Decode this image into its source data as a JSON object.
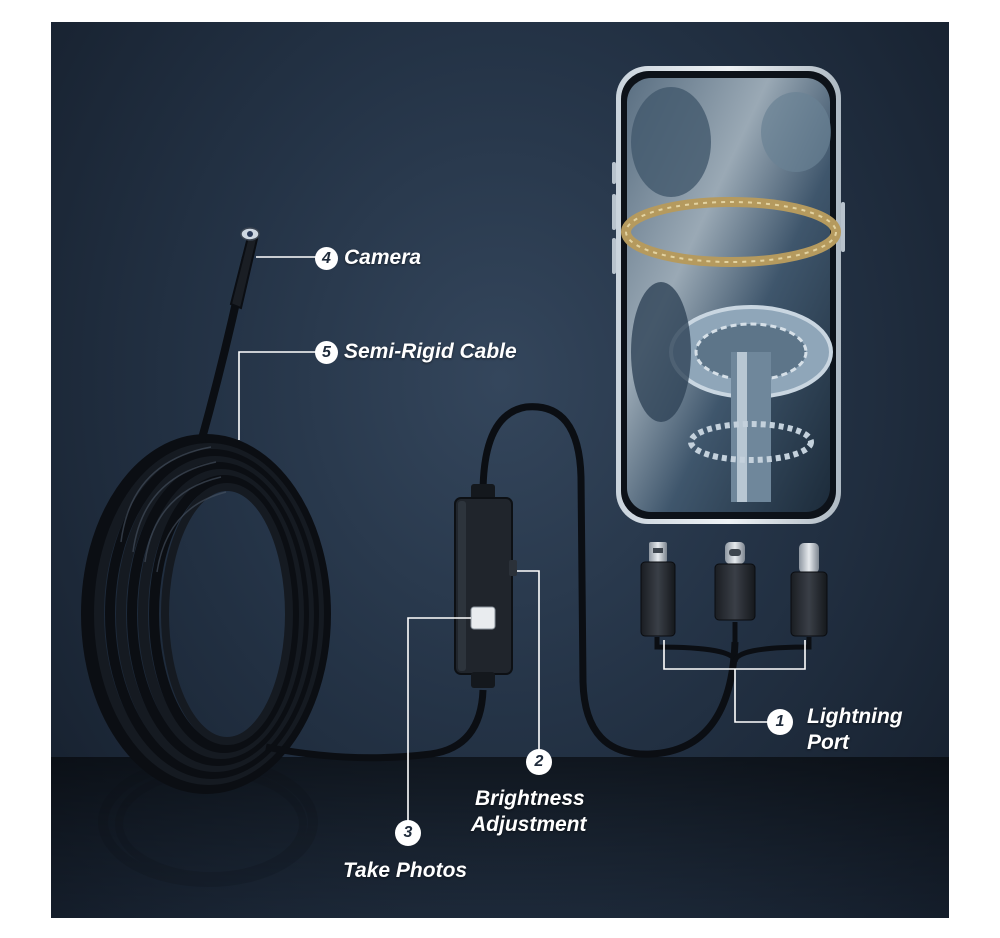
{
  "callouts": [
    {
      "number": "1",
      "lines": [
        "Lightning",
        "Port"
      ]
    },
    {
      "number": "2",
      "lines": [
        "Brightness",
        "Adjustment"
      ]
    },
    {
      "number": "3",
      "lines": [
        "Take Photos"
      ]
    },
    {
      "number": "4",
      "lines": [
        "Camera"
      ]
    },
    {
      "number": "5",
      "lines": [
        "Semi-Rigid Cable"
      ]
    }
  ],
  "colors": {
    "background": "#243346",
    "cable": "#0c0f14",
    "leader_line": "#ffffff",
    "label_text": "#ffffff"
  }
}
